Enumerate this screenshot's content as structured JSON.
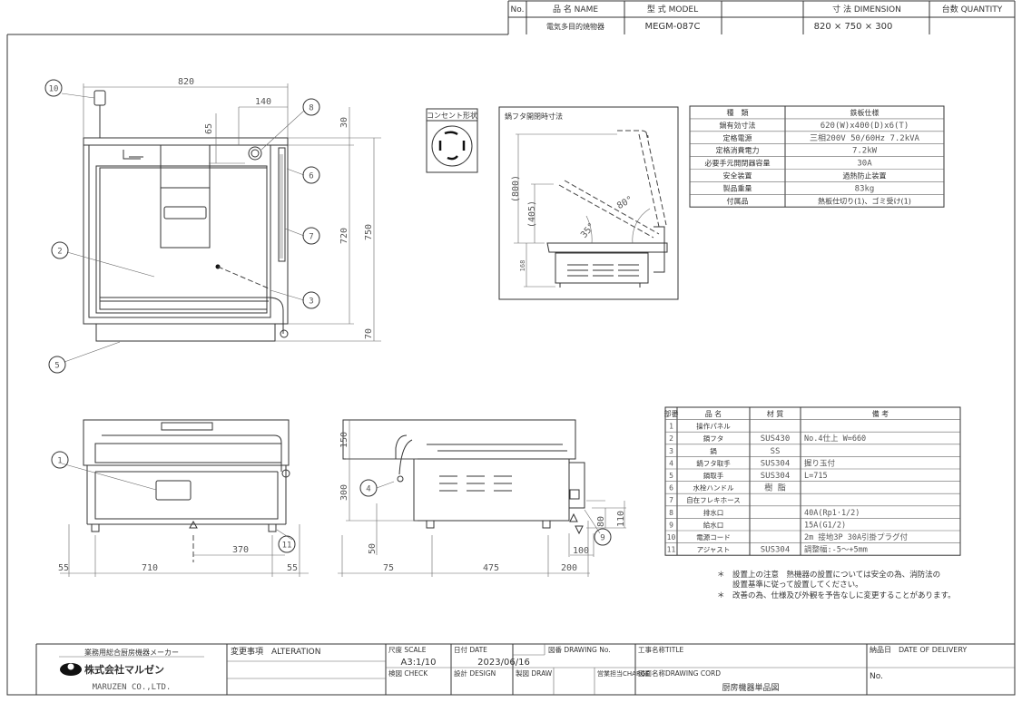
{
  "header": {
    "no_label": "No.",
    "name_label": "品 名  NAME",
    "model_label": "型 式  MODEL",
    "dimension_label": "寸 法  DIMENSION",
    "quantity_label": "台数 QUANTITY",
    "name_value": "電気多目的焼物器",
    "model_value": "MEGM-087C",
    "dimension_value": "820 × 750 × 300",
    "quantity_value": ""
  },
  "outlet": {
    "title": "コンセント形状"
  },
  "lid_view": {
    "title": "鍋フタ開閉時寸法",
    "dims": [
      "(800)",
      "(405)",
      "168",
      "35°",
      "80°"
    ]
  },
  "plan_view": {
    "dims": [
      "820",
      "140",
      "65",
      "30",
      "720",
      "750",
      "70"
    ],
    "balloons": [
      "10",
      "8",
      "6",
      "7",
      "2",
      "3",
      "5"
    ]
  },
  "front_view": {
    "dims": [
      "370",
      "55",
      "710",
      "55"
    ],
    "balloons": [
      "1",
      "11"
    ]
  },
  "side_view": {
    "dims": [
      "150",
      "300",
      "50",
      "80",
      "110",
      "100",
      "75",
      "475",
      "200"
    ],
    "balloons": [
      "4",
      "9"
    ]
  },
  "spec_table": [
    [
      "種　類",
      "鉄板仕様"
    ],
    [
      "鍋有効寸法",
      "620(W)x400(D)x6(T)"
    ],
    [
      "定格電源",
      "三相200V 50/60Hz 7.2kVA"
    ],
    [
      "定格消費電力",
      "7.2kW"
    ],
    [
      "必要手元開閉器容量",
      "30A"
    ],
    [
      "安全装置",
      "過熱防止装置"
    ],
    [
      "製品重量",
      "83kg"
    ],
    [
      "付属品",
      "熱板仕切り(1)、ゴミ受け(1)"
    ]
  ],
  "parts_table": {
    "headers": [
      "部番",
      "品 名",
      "材 質",
      "備 考"
    ],
    "rows": [
      [
        "1",
        "操作パネル",
        "",
        ""
      ],
      [
        "2",
        "鍋フタ",
        "SUS430",
        "No.4仕上 W=660"
      ],
      [
        "3",
        "鍋",
        "SS",
        ""
      ],
      [
        "4",
        "鍋フタ取手",
        "SUS304",
        "握り玉付"
      ],
      [
        "5",
        "鍋取手",
        "SUS304",
        "L=715"
      ],
      [
        "6",
        "水栓ハンドル",
        "樹 脂",
        ""
      ],
      [
        "7",
        "自在フレキホース",
        "",
        ""
      ],
      [
        "8",
        "排水口",
        "",
        "40A(Rp1·1/2)"
      ],
      [
        "9",
        "給水口",
        "",
        "15A(G1/2)"
      ],
      [
        "10",
        "電源コード",
        "",
        "2m 接地3P 30A引掛プラグ付"
      ],
      [
        "11",
        "アジャスト",
        "SUS304",
        "調整幅:-5〜+5mm"
      ]
    ]
  },
  "notes": [
    "＊　設置上の注意　熱機器の設置については安全の為、消防法の",
    "　　設置基準に従って設置してください。",
    "＊　改善の為、仕様及び外観を予告なしに変更することがあります。"
  ],
  "title_block": {
    "maker_tagline": "業務用総合厨房機器メーカー",
    "company_jp": "株式会社マルゼン",
    "company_en": "MARUZEN CO.,LTD.",
    "alteration_label": "変更事項　ALTERATION",
    "scale_label": "尺度 SCALE",
    "scale_value": "A3:1/10",
    "date_label": "日付 DATE",
    "date_value": "2023/06/16",
    "drawing_no_label": "図番 DRAWING No.",
    "check_label": "検図 CHECK",
    "design_label": "設計 DESIGN",
    "draw_label": "製図 DRAW",
    "charge_label": "営業担当CHARGE",
    "title_label": "工事名称TITLE",
    "drawing_cord_label": "図面名称DRAWING CORD",
    "drawing_cord_value": "厨房機器単品図",
    "delivery_label": "納品日　DATE OF DELIVERY",
    "no_label": "No."
  }
}
